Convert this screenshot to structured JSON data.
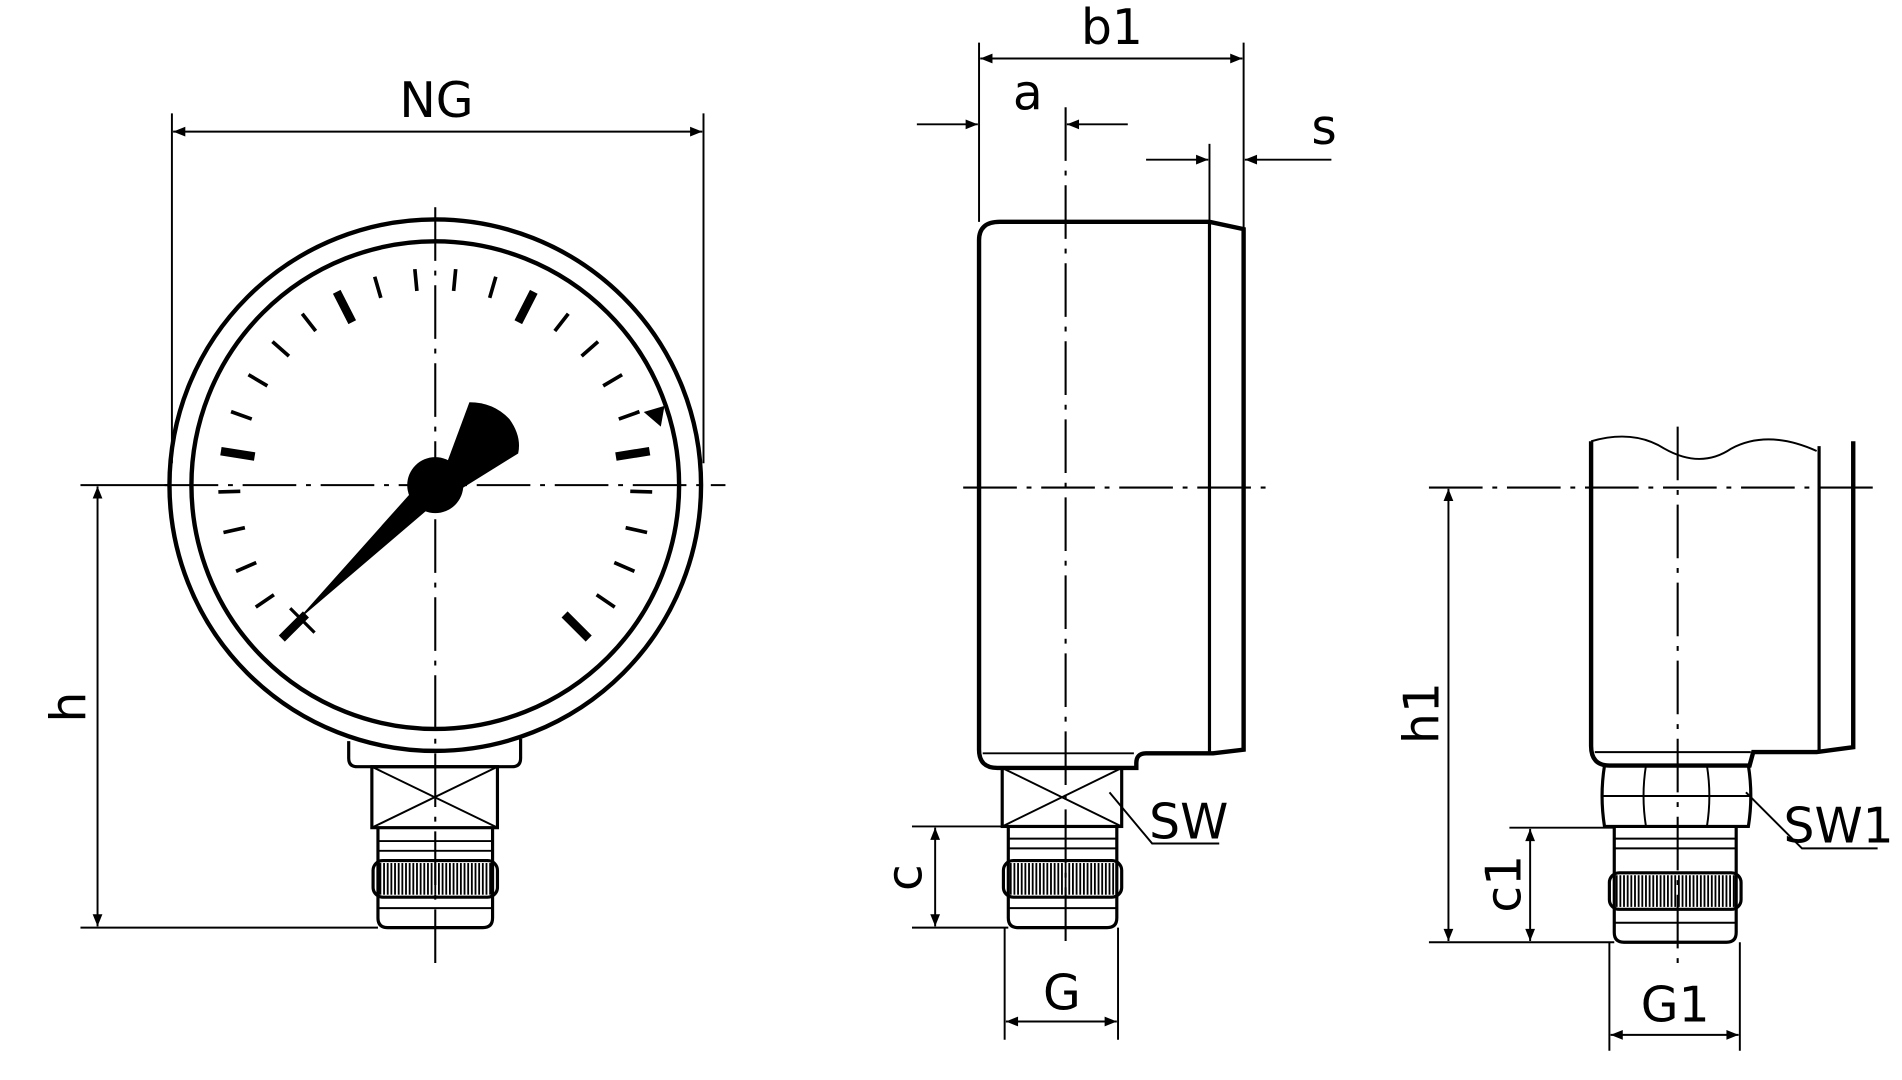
{
  "labels": {
    "ng": "NG",
    "h": "h",
    "b1": "b1",
    "a": "a",
    "s": "s",
    "sw": "SW",
    "c": "c",
    "g": "G",
    "h1": "h1",
    "sw1": "SW1",
    "c1": "c1",
    "g1": "G1"
  }
}
